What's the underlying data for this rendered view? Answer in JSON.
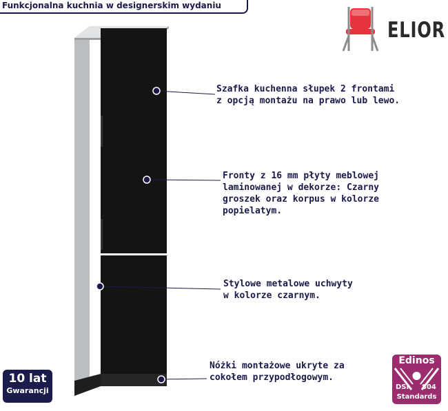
{
  "header": {
    "title": "Funkcjonalna kuchnia w designerskim wydaniu"
  },
  "logo": {
    "text": "ELIOR",
    "icon": "chair-icon",
    "chair_color": "#e8323c"
  },
  "callouts": [
    {
      "lines": [
        "Szafka kuchenna słupek 2 frontami",
        "z opcją montażu na prawo lub lewo."
      ]
    },
    {
      "lines": [
        "Fronty z 16 mm płyty meblowej",
        "laminowanej w dekorze: Czarny",
        "groszek oraz korpus w kolorze",
        "popielatym."
      ]
    },
    {
      "lines": [
        "Stylowe metalowe uchwyty",
        "w kolorze czarnym."
      ]
    },
    {
      "lines": [
        "Nóżki montażowe ukryte za",
        "cokołem przypodłogowym."
      ]
    }
  ],
  "warranty": {
    "main": "10 lat",
    "sub": "Gwarancji"
  },
  "badge": {
    "brand": "Edinos",
    "left": "DSI",
    "right": "804",
    "bottom": "Standards",
    "color": "#9b2c6e"
  },
  "colors": {
    "accent": "#1c1c4c",
    "front": "#161616",
    "body": "#c9cbcd"
  }
}
